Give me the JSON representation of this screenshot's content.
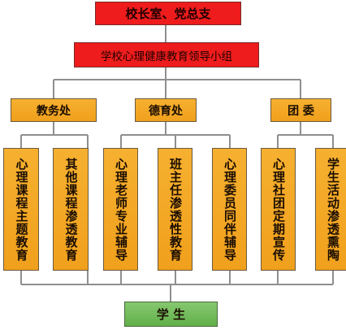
{
  "top": {
    "title": "校长室、党总支"
  },
  "leadership": {
    "title": "学校心理健康教育领导小组"
  },
  "departments": [
    {
      "label": "教务处",
      "subunits": [
        "心理课程主题教育",
        "其他课程渗透教育"
      ]
    },
    {
      "label": "德育处",
      "subunits": [
        "心理老师专业辅导",
        "班主任渗透性教育",
        "心理委员同伴辅导"
      ]
    },
    {
      "label": "团 委",
      "subunits": [
        "心理社团定期宣传",
        "学生活动渗透熏陶"
      ]
    }
  ],
  "bottom": {
    "title": "学 生"
  },
  "colors": {
    "red": "#ee1c1c",
    "orange": "#f4a82a",
    "green": "#74bc5e",
    "line": "#8f8f8f"
  }
}
